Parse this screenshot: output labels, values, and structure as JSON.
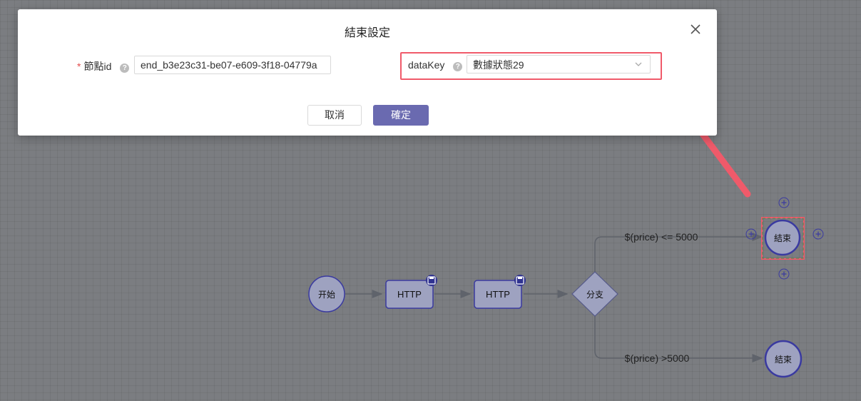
{
  "dialog": {
    "title": "結束設定",
    "node_id_label": "節點id",
    "required_mark": "*",
    "help_glyph": "?",
    "node_id_value": "end_b3e23c31-be07-e609-3f18-04779a",
    "datakey_label": "dataKey",
    "datakey_selected": "數據狀態29",
    "cancel_label": "取消",
    "ok_label": "確定"
  },
  "flow": {
    "start_label": "开始",
    "http1_label": "HTTP",
    "http2_label": "HTTP",
    "branch_label": "分支",
    "end1_label": "結束",
    "end2_label": "結束",
    "edge_top_label": "$(price) <= 5000",
    "edge_bottom_label": "$(price) >5000",
    "plus_glyph": "+"
  },
  "colors": {
    "accent": "#6a6ab0",
    "highlight": "#f05a6a",
    "node_fill": "#9ea2c0",
    "node_stroke": "#3a3aa0"
  }
}
